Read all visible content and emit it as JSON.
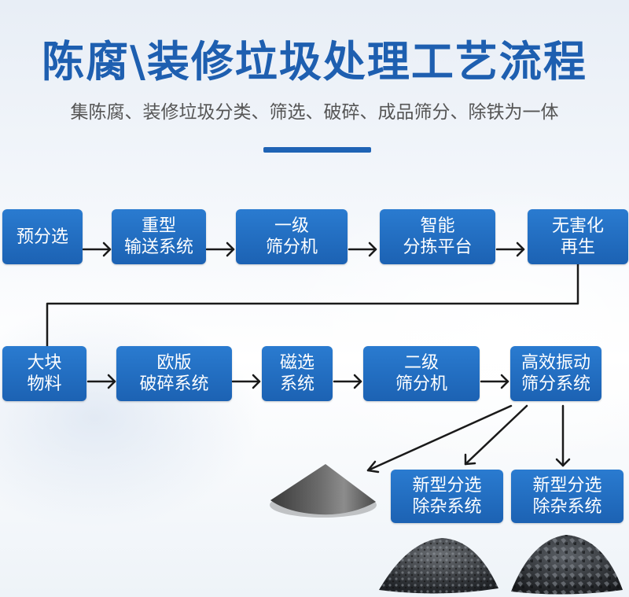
{
  "header": {
    "title": "陈腐\\装修垃圾处理工艺流程",
    "subtitle": "集陈腐、装修垃圾分类、筛选、破碎、成品筛分、除铁为一体"
  },
  "row1": [
    {
      "line1": "预分选",
      "line2": ""
    },
    {
      "line1": "重型",
      "line2": "输送系统"
    },
    {
      "line1": "一级",
      "line2": "筛分机"
    },
    {
      "line1": "智能",
      "line2": "分拣平台"
    },
    {
      "line1": "无害化",
      "line2": "再生"
    }
  ],
  "row2": [
    {
      "line1": "大块",
      "line2": "物料"
    },
    {
      "line1": "欧版",
      "line2": "破碎系统"
    },
    {
      "line1": "磁选",
      "line2": "系统"
    },
    {
      "line1": "二级",
      "line2": "筛分机"
    },
    {
      "line1": "高效振动",
      "line2": "筛分系统"
    }
  ],
  "outputs": [
    {
      "line1": "新型分选",
      "line2": "除杂系统"
    },
    {
      "line1": "新型分选",
      "line2": "除杂系统"
    }
  ],
  "colors": {
    "node": "#1f66b8",
    "title": "#1e5fb0",
    "arrow": "#1a1a1a"
  },
  "images": [
    "sand-pile",
    "gravel-pile-fine",
    "gravel-pile-coarse"
  ]
}
